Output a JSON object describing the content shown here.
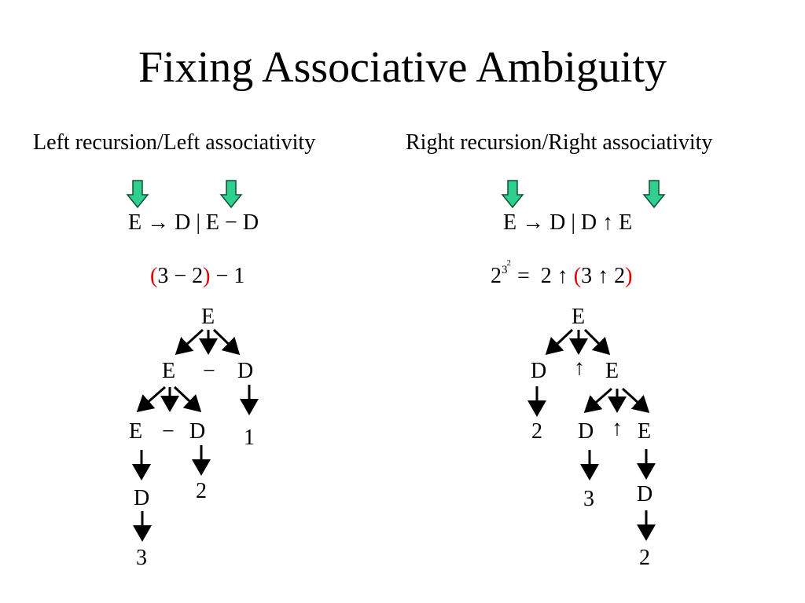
{
  "title": "Fixing Associative Ambiguity",
  "left": {
    "heading": "Left recursion/Left associativity",
    "rule": "E → D | E − D",
    "expr": {
      "open": "(",
      "inner": "3 − 2",
      "close": ")",
      "rest": " − 1"
    },
    "tree": {
      "root": "E",
      "l1": {
        "e": "E",
        "op": "−",
        "d": "D"
      },
      "l2": {
        "e": "E",
        "op": "−",
        "d": "D",
        "one": "1"
      },
      "l3": {
        "d": "D",
        "two": "2"
      },
      "l4": {
        "three": "3"
      }
    }
  },
  "right": {
    "heading": "Right recursion/Right associativity",
    "rule": "E → D | D ↑ E",
    "expr": {
      "base": "2",
      "exp1": "3",
      "exp2": "2",
      "eq": " =  2 ↑ ",
      "open": "(",
      "inner": "3 ↑ 2",
      "close": ")"
    },
    "tree": {
      "root": "E",
      "l1": {
        "d": "D",
        "op": "↑",
        "e": "E"
      },
      "l2": {
        "two": "2",
        "d": "D",
        "op": "↑",
        "e": "E"
      },
      "l3": {
        "three": "3",
        "d": "D"
      },
      "l4": {
        "two": "2"
      }
    }
  },
  "colors": {
    "highlight_arrow_fill": "#2fcf8f",
    "highlight_arrow_stroke": "#0f4f33",
    "paren": "#e00000"
  },
  "icons": {
    "highlight": "down-arrow-icon",
    "tree_edges": "tree-edge-arrow"
  }
}
